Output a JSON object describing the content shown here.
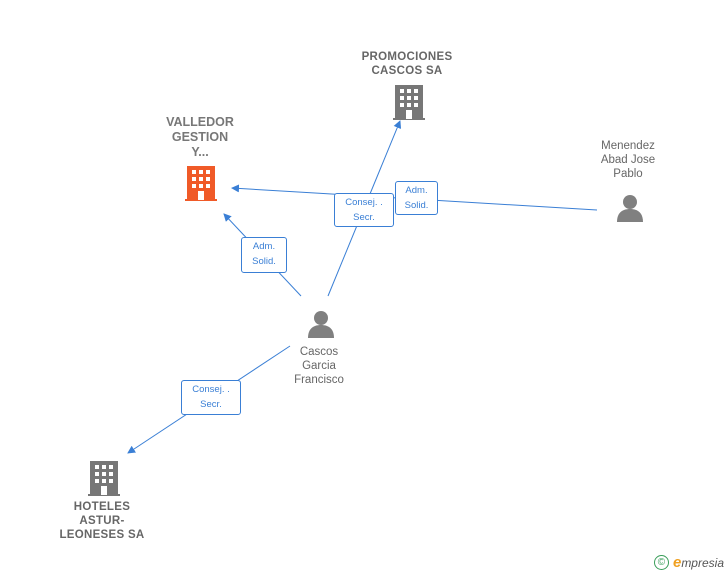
{
  "nodes": {
    "valledor": {
      "label": "VALLEDOR\nGESTION\nY...",
      "type": "company",
      "highlight": true
    },
    "promociones": {
      "label": "PROMOCIONES\nCASCOS SA",
      "type": "company"
    },
    "menendez": {
      "label": "Menendez\nAbad Jose\nPablo",
      "type": "person"
    },
    "cascos": {
      "label": "Cascos\nGarcia\nFrancisco",
      "type": "person"
    },
    "hoteles": {
      "label": "HOTELES\nASTUR-\nLEONESES SA",
      "type": "company"
    }
  },
  "edges": [
    {
      "from": "cascos",
      "to": "promociones",
      "label": "Consej. .\nSecr."
    },
    {
      "from": "menendez",
      "to": "valledor",
      "label": "Adm.\nSolid."
    },
    {
      "from": "cascos",
      "to": "valledor",
      "label": "Adm.\nSolid."
    },
    {
      "from": "cascos",
      "to": "hoteles",
      "label": "Consej. .\nSecr."
    }
  ],
  "colors": {
    "edge": "#3a7fd5",
    "company": "#777777",
    "highlight": "#f05a28",
    "person": "#808080"
  },
  "footer": {
    "copyright": "©",
    "brand_first": "e",
    "brand_rest": "mpresia"
  }
}
